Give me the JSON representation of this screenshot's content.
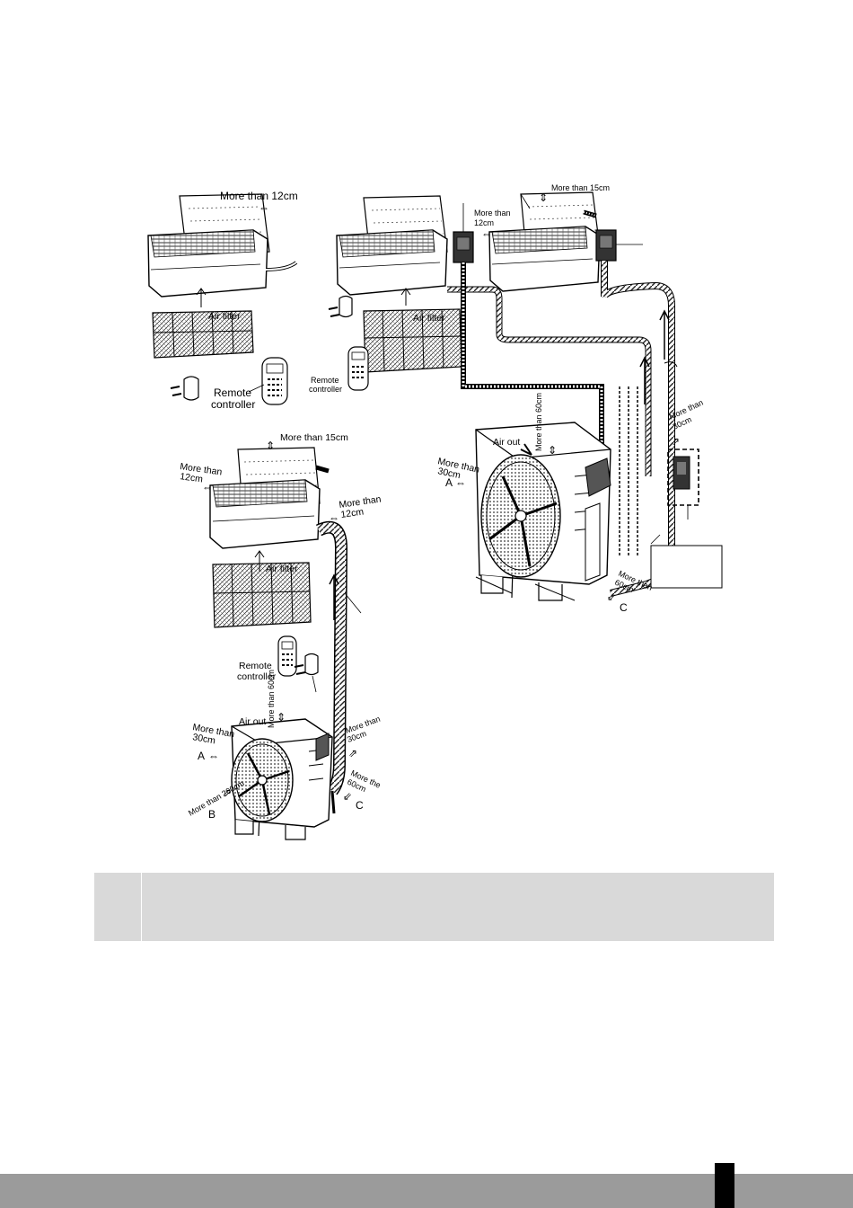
{
  "labels": {
    "tl_more12": "More than 12cm",
    "tl_airfilter": "Air filter",
    "tl_remote1": "Remote",
    "tl_remote2": "controller",
    "tm_more12a": "More than",
    "tm_more12b": "12cm",
    "tm_remote1": "Remote",
    "tm_remote2": "controller",
    "tm_airfilter": "Air filter",
    "tr_more15": "More than 15cm",
    "od_more60": "More than 60cm",
    "od_airout": "Air out",
    "od_more30a": "More than",
    "od_more30b": "30cm",
    "od_A": "A",
    "od_right30a": "More than",
    "od_right30b": "30cm",
    "od_right60a": "More than",
    "od_right60b": "60cm",
    "od_C": "C",
    "bl_more15": "More than 15cm",
    "bl_more12a": "More than",
    "bl_more12b": "12cm",
    "bl_right12a": "More than",
    "bl_right12b": "12cm",
    "bl_airfilter": "Air filter",
    "bl_remote1": "Remote",
    "bl_remote2": "controller",
    "bo_more60": "More than 60cm",
    "bo_airout": "Air out",
    "bo_more30a": "More than",
    "bo_more30b": "30cm",
    "bo_A": "A",
    "bo_200": "More than 200cm",
    "bo_B": "B",
    "bo_right30a": "More than",
    "bo_right30b": "30cm",
    "bo_right60a": "More the",
    "bo_right60b": "60cm",
    "bo_C": "C"
  },
  "colors": {
    "band": "#d9d9d9",
    "footer": "#9b9b9b",
    "ink": "#000000"
  }
}
